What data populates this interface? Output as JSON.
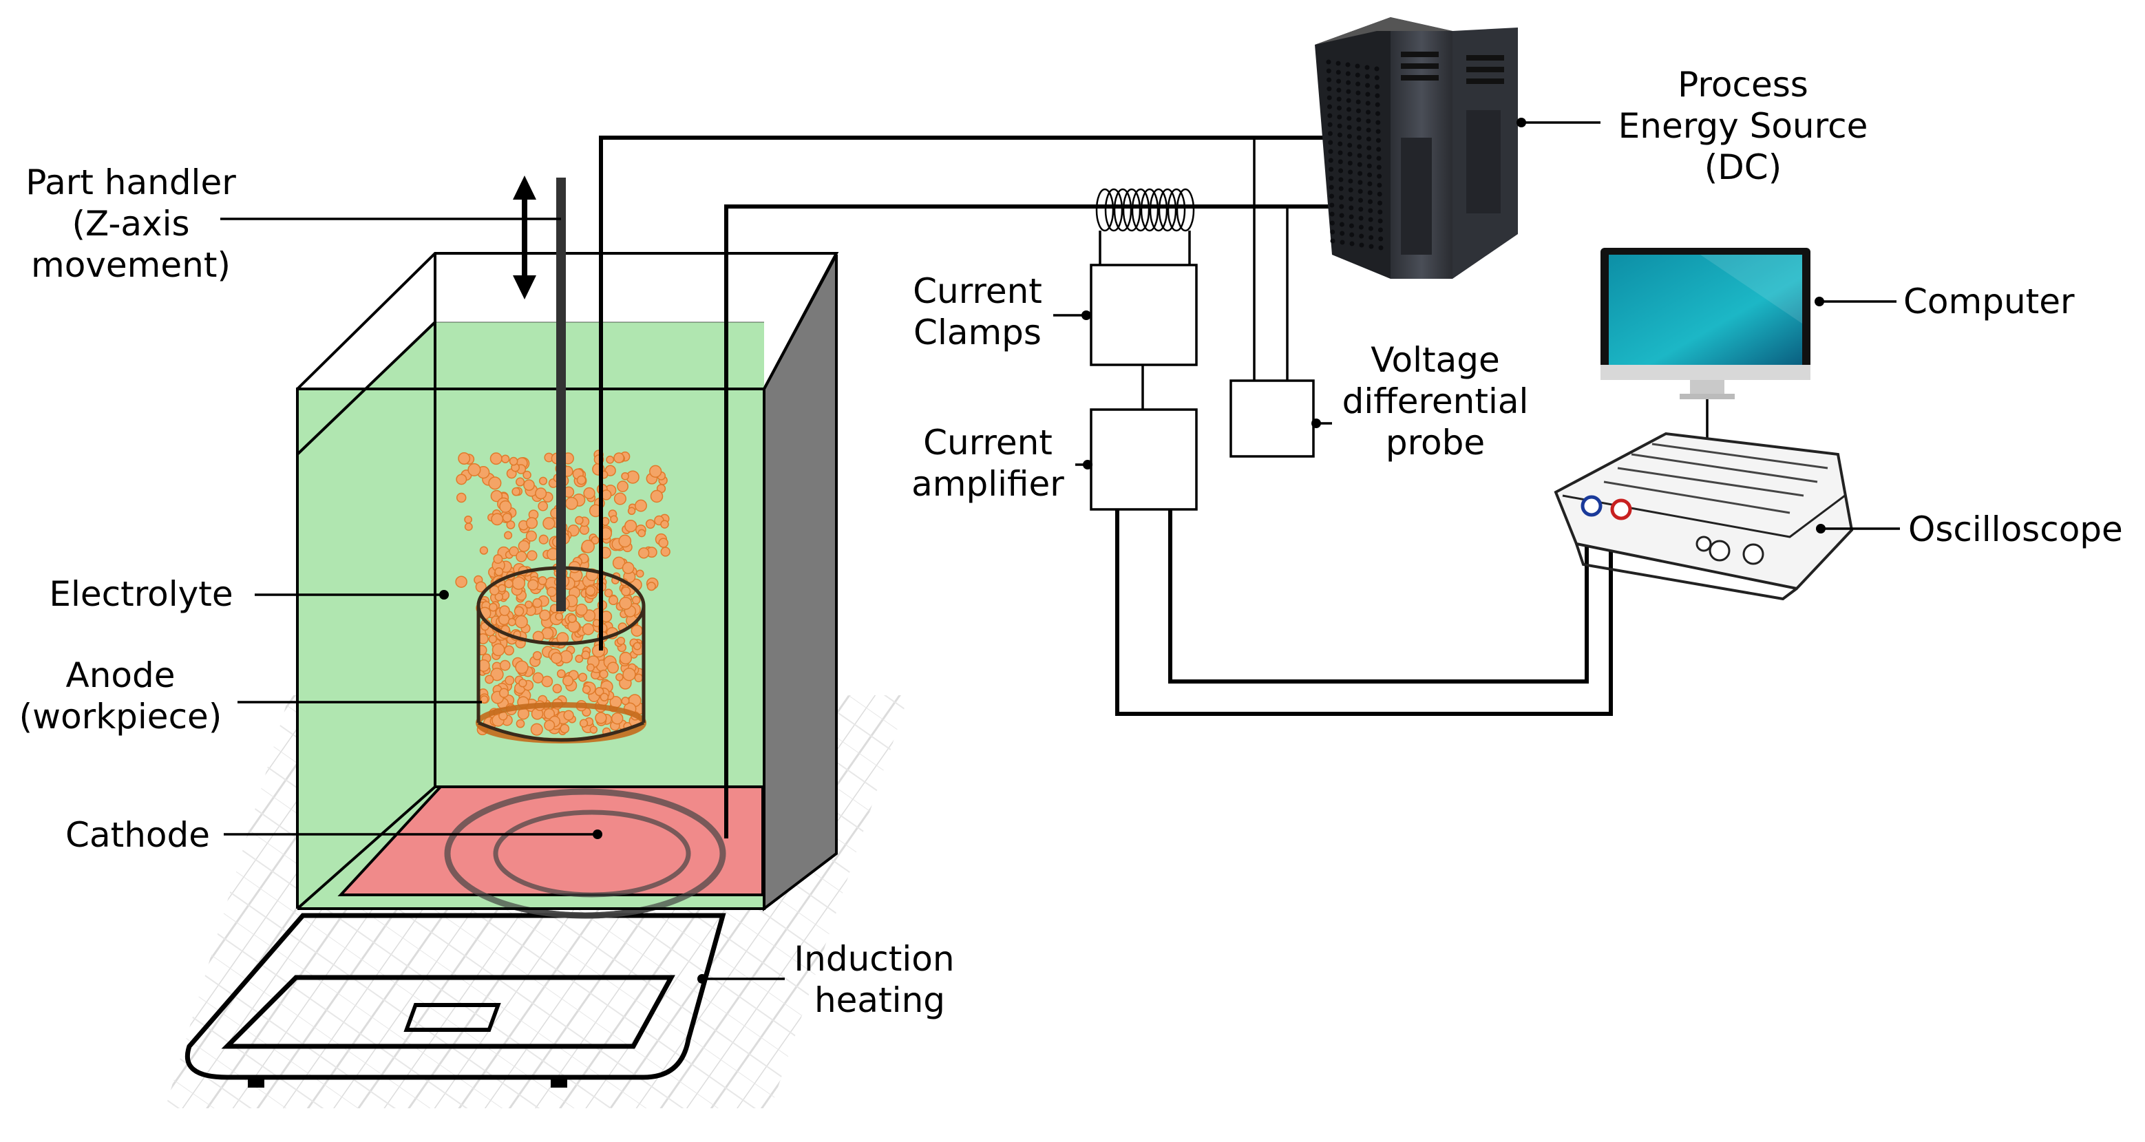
{
  "labels": {
    "part_handler": [
      "Part handler",
      "(Z-axis",
      "movement)"
    ],
    "electrolyte": [
      "Electrolyte"
    ],
    "anode": [
      "Anode",
      "(workpiece)"
    ],
    "cathode": [
      "Cathode"
    ],
    "induction_heating": [
      "Induction",
      "heating"
    ],
    "current_clamps": [
      "Current",
      "Clamps"
    ],
    "current_amplifier": [
      "Current",
      "amplifier"
    ],
    "voltage_probe": [
      "Voltage",
      "differential",
      "probe"
    ],
    "process_energy_source": [
      "Process",
      "Energy Source",
      "(DC)"
    ],
    "computer": [
      "Computer"
    ],
    "oscilloscope": [
      "Oscilloscope"
    ]
  },
  "colors": {
    "electrolyte": "#b0e6b0",
    "cathode": "#f08a8a",
    "bubbles": "#f4a466",
    "bubble_stroke": "#e07a2a",
    "tank_side": "#7a7a7a",
    "psu_body": "#3a3d44",
    "screen": "#1aa0b0"
  },
  "icons": [
    "arrow-updown-icon",
    "psu-tower-icon",
    "monitor-icon",
    "oscilloscope-icon",
    "coil-icon",
    "hotplate-icon"
  ]
}
